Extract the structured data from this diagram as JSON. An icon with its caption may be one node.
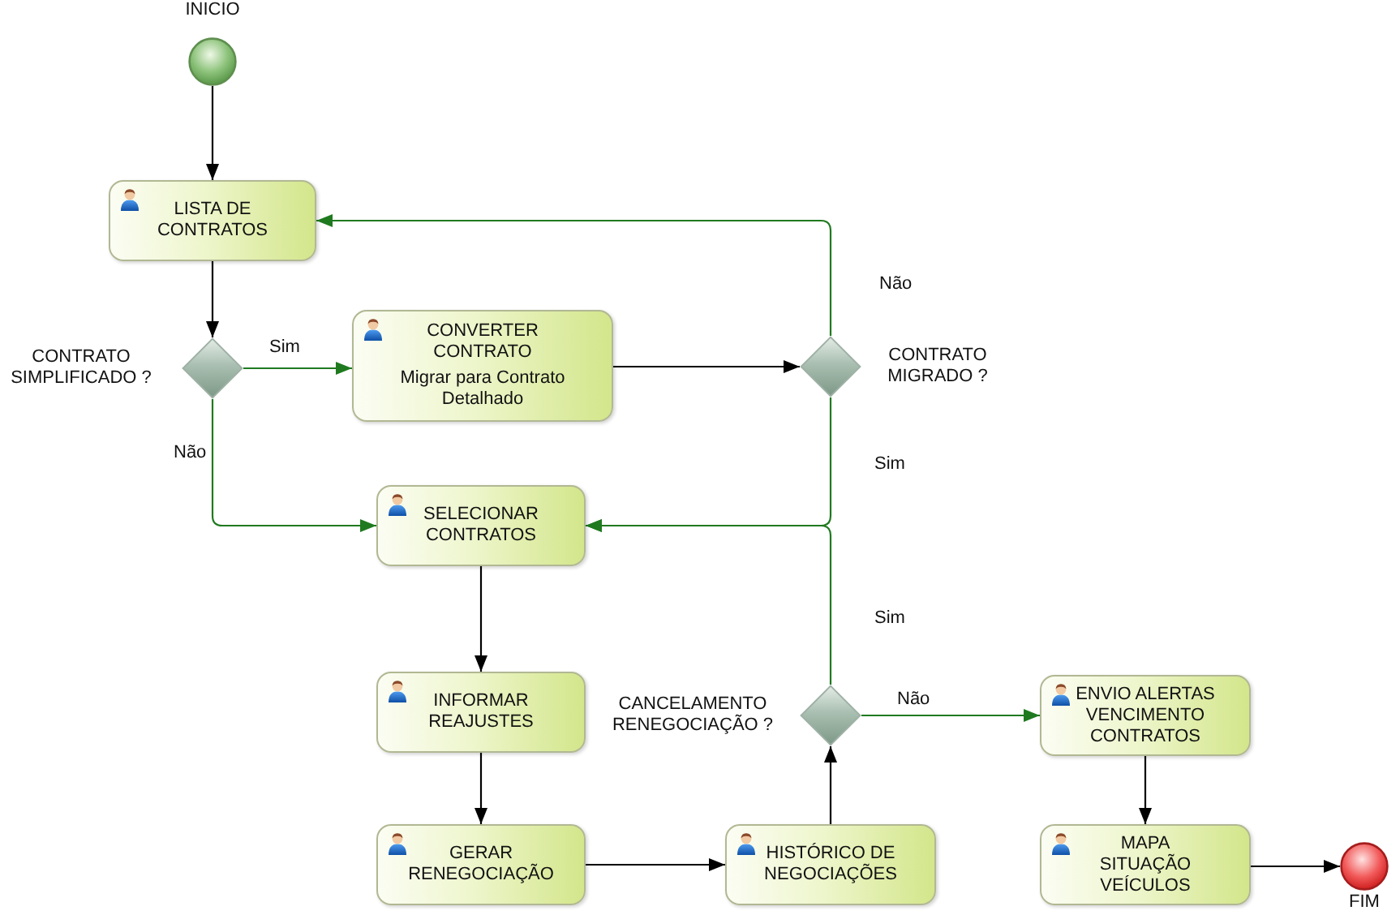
{
  "diagram": {
    "nodes": [
      {
        "text": [
          "INICIO"
        ]
      },
      {
        "text": [
          "LISTA DE CONTRATOS"
        ]
      },
      {
        "text": [
          "CONTRATO SIMPLIFICADO ?"
        ]
      },
      {
        "text": [
          "CONVERTER CONTRATO",
          "Migrar para Contrato Detalhado"
        ]
      },
      {
        "text": [
          "CONTRATO MIGRADO ?"
        ]
      },
      {
        "text": [
          "SELECIONAR CONTRATOS"
        ]
      },
      {
        "text": [
          "INFORMAR REAJUSTES"
        ]
      },
      {
        "text": [
          "GERAR RENEGOCIAÇÃO"
        ]
      },
      {
        "text": [
          "HISTÓRICO DE NEGOCIAÇÕES"
        ]
      },
      {
        "text": [
          "CANCELAMENTO RENEGOCIAÇÃO ?"
        ]
      },
      {
        "text": [
          "ENVIO ALERTAS VENCIMENTO CONTRATOS"
        ]
      },
      {
        "text": [
          "MAPA SITUAÇÃO VEÍCULOS"
        ]
      },
      {
        "text": [
          "FIM"
        ]
      }
    ],
    "edges": [
      {
        "from": 0,
        "to": 1,
        "arrow": "to"
      },
      {
        "from": 1,
        "to": 2,
        "arrow": "to"
      },
      {
        "from": 2,
        "to": 3,
        "arrow": "to",
        "label": "Sim",
        "color": "#1f7a1f"
      },
      {
        "from": 2,
        "to": 5,
        "arrow": "to",
        "label": "Não",
        "color": "#1f7a1f"
      },
      {
        "from": 3,
        "to": 4,
        "arrow": "to"
      },
      {
        "from": 4,
        "to": 1,
        "arrow": "to",
        "label": "Não",
        "color": "#1f7a1f"
      },
      {
        "from": 4,
        "to": 5,
        "arrow": "to",
        "label": "Sim",
        "color": "#1f7a1f"
      },
      {
        "from": 5,
        "to": 6,
        "arrow": "to"
      },
      {
        "from": 6,
        "to": 7,
        "arrow": "to"
      },
      {
        "from": 7,
        "to": 8,
        "arrow": "to"
      },
      {
        "from": 8,
        "to": 9,
        "arrow": "to"
      },
      {
        "from": 9,
        "to": 5,
        "arrow": "to",
        "label": "Sim",
        "color": "#1f7a1f"
      },
      {
        "from": 9,
        "to": 10,
        "arrow": "to",
        "label": "Não",
        "color": "#1f7a1f"
      },
      {
        "from": 10,
        "to": 11,
        "arrow": "to"
      },
      {
        "from": 11,
        "to": 12,
        "arrow": "to"
      }
    ]
  }
}
